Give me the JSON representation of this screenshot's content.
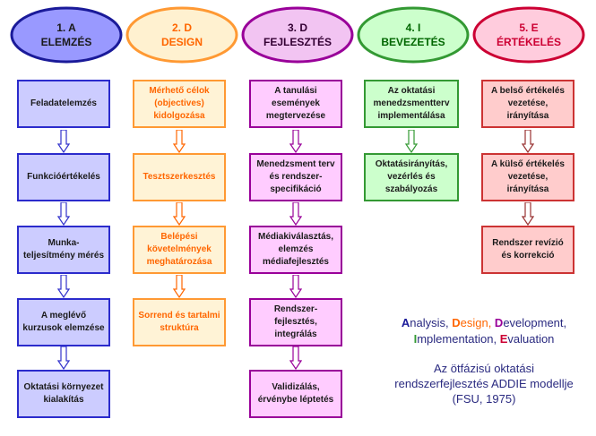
{
  "phases": [
    {
      "line1": "1. A",
      "line2": "ELEMZÉS",
      "fill": "#9999ff",
      "stroke": "#1a1a99",
      "title_color": "#1a1a1a",
      "box_fill": "#ccccff",
      "box_border": "#2b2bcc",
      "box_text": "#1a1a1a",
      "arrow_color": "#3333cc",
      "boxes": [
        "Feladatelemzés",
        "Funkcióértékelés",
        "Munka-teljesítmény mérés",
        "A meglévő kurzusok elemzése",
        "Oktatási környezet kialakítás"
      ]
    },
    {
      "line1": "2. D",
      "line2": "DESIGN",
      "fill": "#fff1d0",
      "stroke": "#ff9933",
      "title_color": "#ff6600",
      "box_fill": "#fff3d6",
      "box_border": "#ff9933",
      "box_text": "#ff6600",
      "arrow_color": "#ff6600",
      "boxes": [
        "Mérhető célok (objectives) kidolgozása",
        "Tesztszerkesztés",
        "Belépési követelmények meghatározása",
        "Sorrend és tartalmi struktúra"
      ]
    },
    {
      "line1": "3. D",
      "line2": "FEJLESZTÉS",
      "fill": "#f2c4f2",
      "stroke": "#990099",
      "title_color": "#330033",
      "box_fill": "#ffccff",
      "box_border": "#990099",
      "box_text": "#1a1a1a",
      "arrow_color": "#990099",
      "boxes": [
        "A tanulási események megtervezése",
        "Menedzsment terv és rendszer-specifikáció",
        "Médiakiválasztás, elemzés médiafejlesztés",
        "Rendszer-fejlesztés, integrálás",
        "Validizálás, érvénybe léptetés"
      ]
    },
    {
      "line1": "4. I",
      "line2": "BEVEZETÉS",
      "fill": "#ccffcc",
      "stroke": "#339933",
      "title_color": "#006600",
      "box_fill": "#ccffcc",
      "box_border": "#339933",
      "box_text": "#1a1a1a",
      "arrow_color": "#339933",
      "boxes": [
        "Az oktatási menedzsmentterv implementálása",
        "Oktatásirányítás, vezérlés és szabályozás"
      ]
    },
    {
      "line1": "5. E",
      "line2": "ÉRTÉKELÉS",
      "fill": "#ffccdd",
      "stroke": "#cc0033",
      "title_color": "#cc0033",
      "box_fill": "#ffcccc",
      "box_border": "#cc3333",
      "box_text": "#1a1a1a",
      "arrow_color": "#993333",
      "boxes": [
        "A belső értékelés vezetése, irányítása",
        "A külső értékelés vezetése, irányítása",
        "Rendszer revízió és korrekció"
      ]
    }
  ],
  "legend": {
    "analysis_A": "A",
    "analysis_rest": "nalysis, ",
    "design_D": "D",
    "design_rest": "esign, ",
    "development_D": "D",
    "development_rest": "evelopment,",
    "implementation_I": "I",
    "implementation_rest": "mplementation, ",
    "evaluation_E": "E",
    "evaluation_rest": "valuation",
    "caption_line1": "Az ötfázisú oktatási",
    "caption_line2": "rendszerfejlesztés ADDIE modellje",
    "caption_line3": "(FSU, 1975)"
  },
  "legend_colors": {
    "analysis": "#1a1a99",
    "design": "#ff6600",
    "development": "#990099",
    "implementation": "#339933",
    "evaluation": "#cc0033",
    "rest": "#2a2a80"
  }
}
